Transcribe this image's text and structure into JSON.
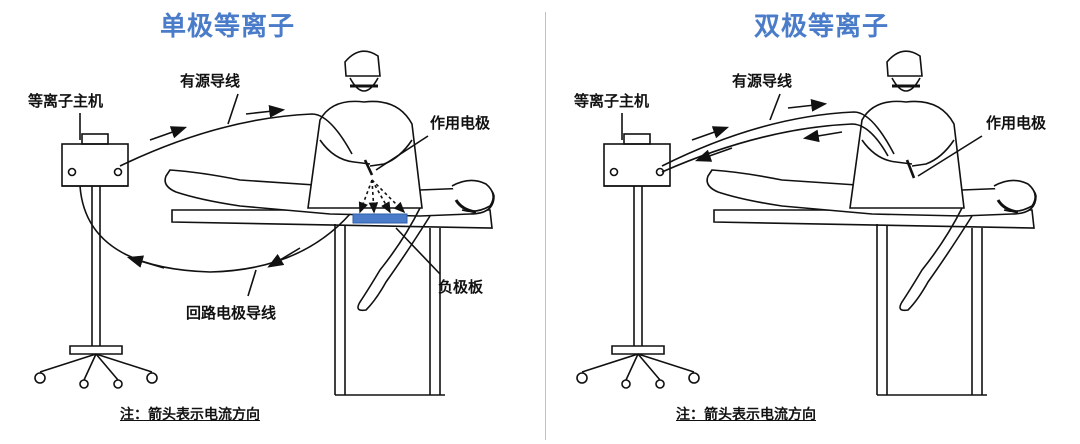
{
  "monopolar": {
    "title": "单极等离子",
    "labels": {
      "host": "等离子主机",
      "active_cable": "有源导线",
      "active_electrode": "作用电极",
      "return_pad": "负极板",
      "return_cable": "回路电极导线",
      "note": "注：箭头表示电流方向"
    }
  },
  "bipolar": {
    "title": "双极等离子",
    "labels": {
      "host": "等离子主机",
      "active_cable": "有源导线",
      "active_electrode": "作用电极",
      "note": "注：箭头表示电流方向"
    }
  },
  "colors": {
    "title": "#4a7cc9",
    "return_pad": "#4a7cc9",
    "divider": "#a9c6e6"
  }
}
